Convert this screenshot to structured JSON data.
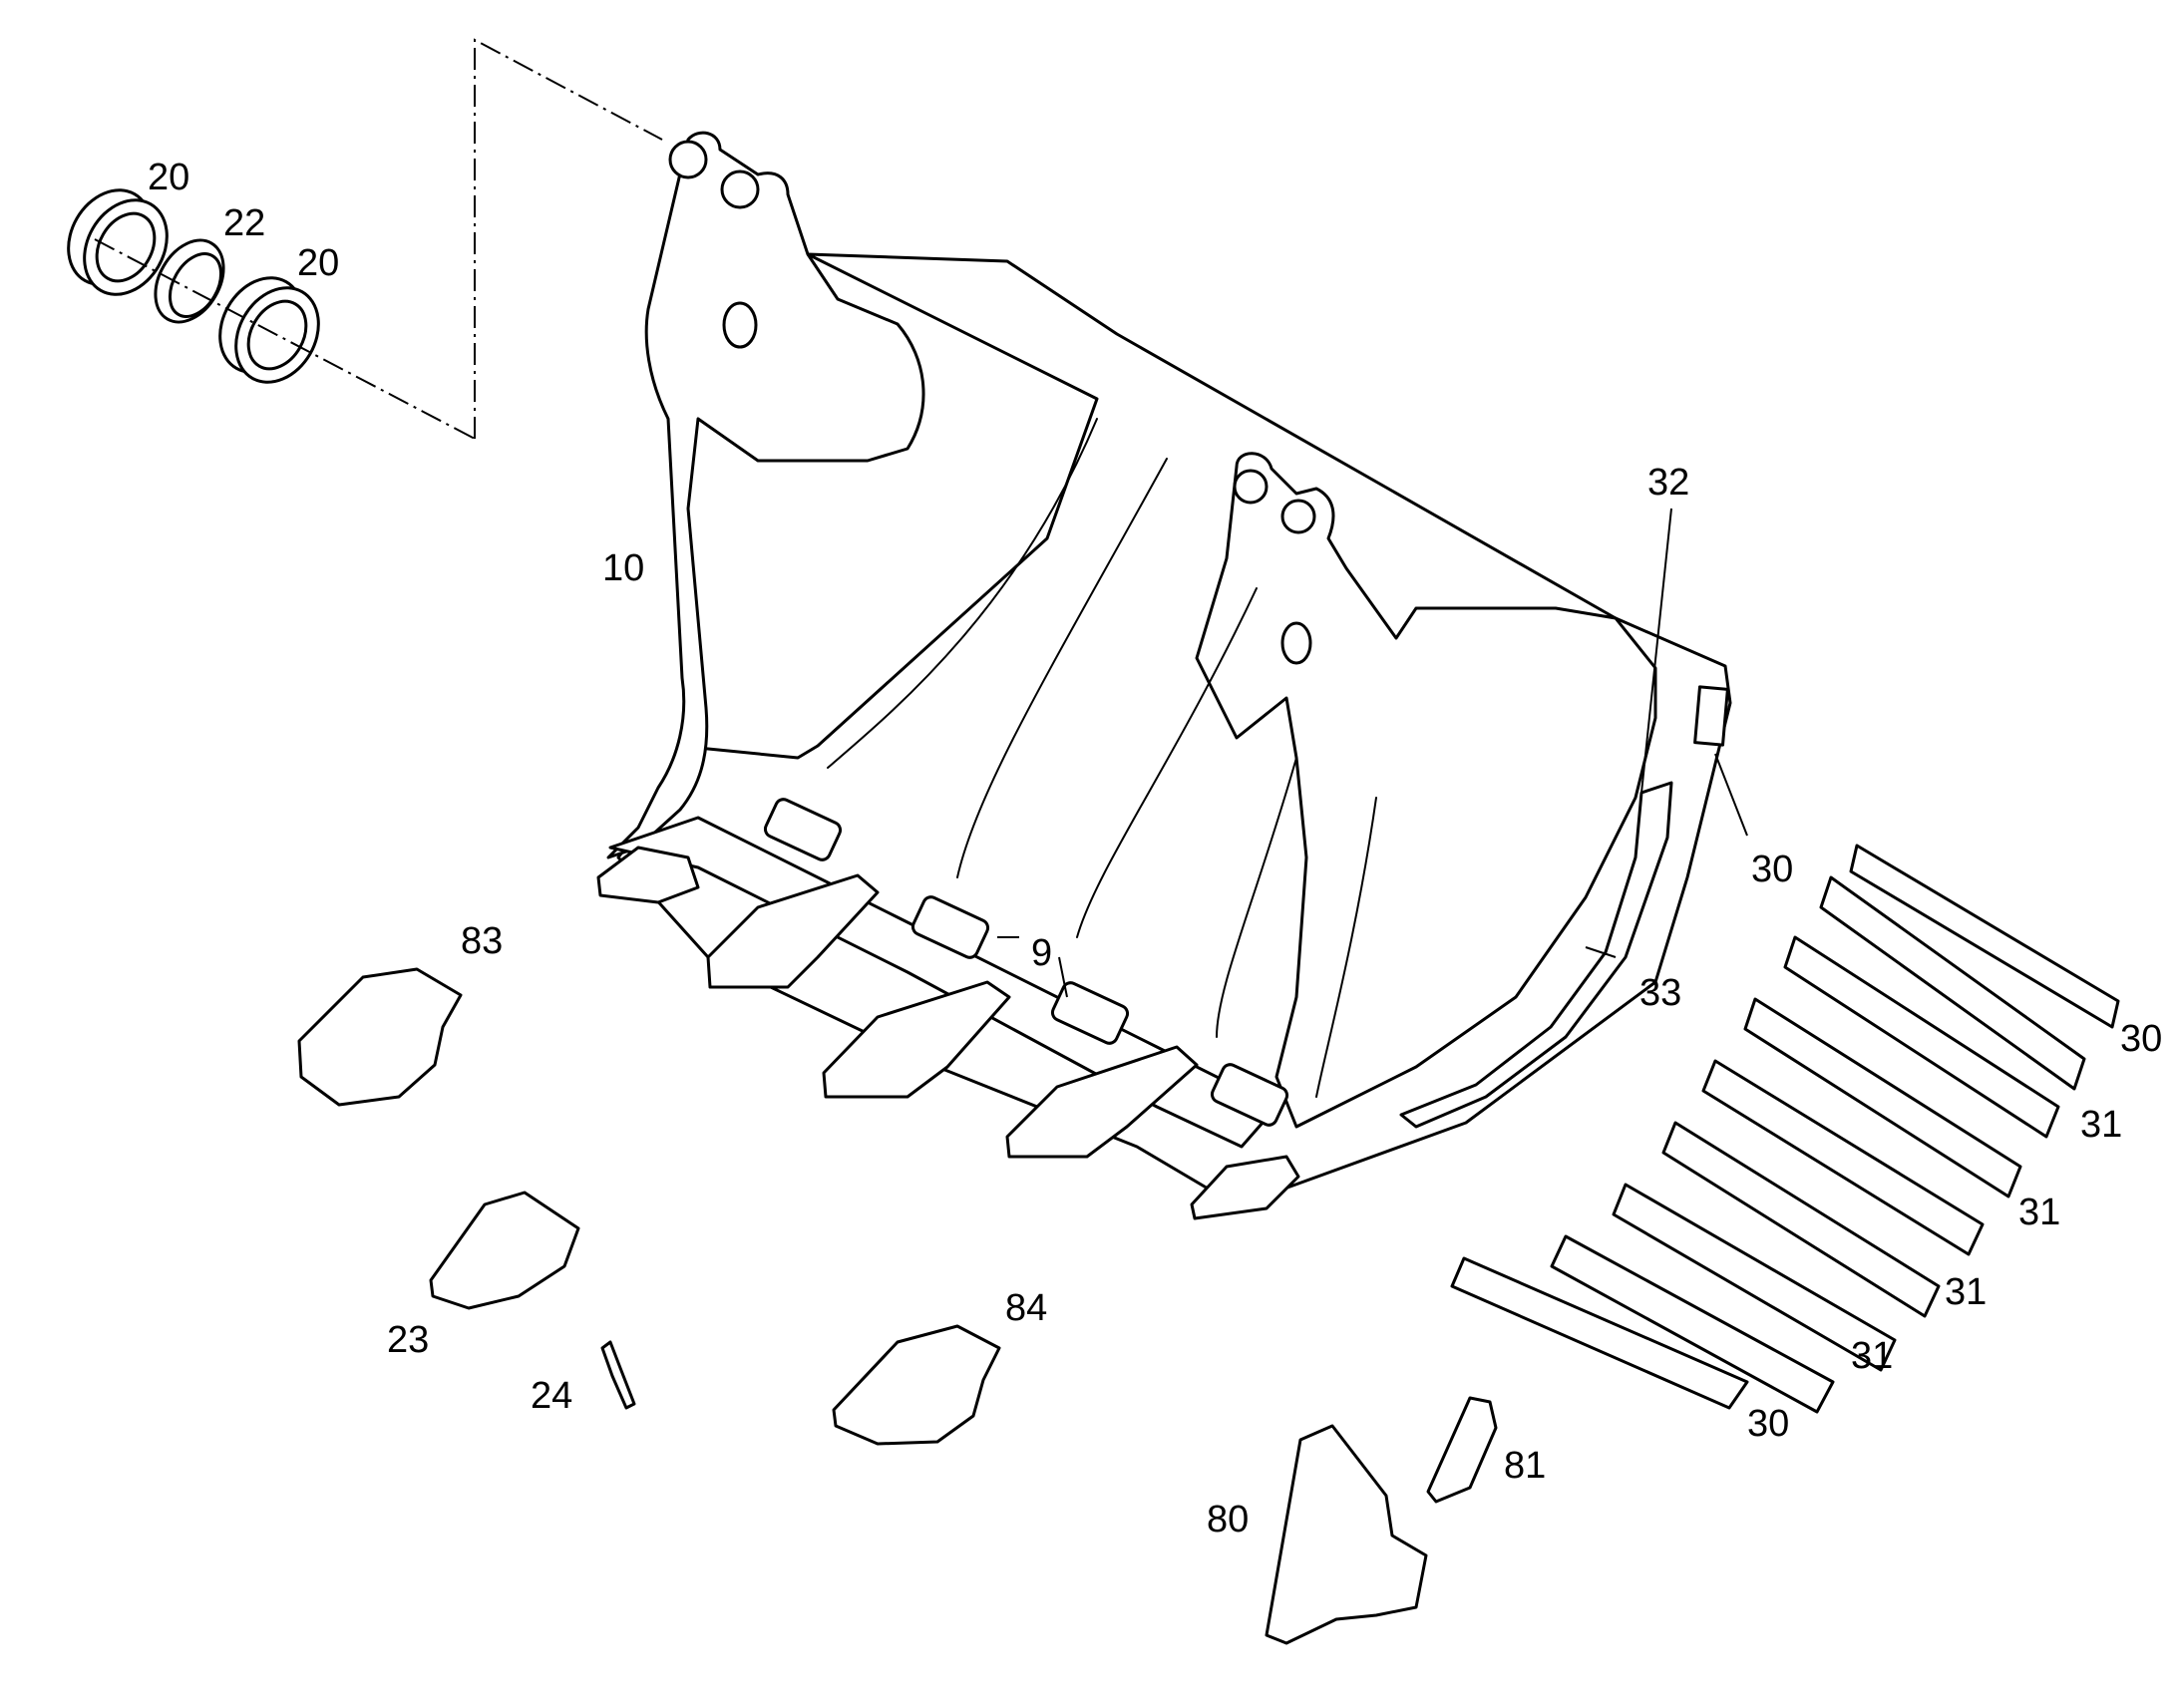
{
  "diagram": {
    "callouts": [
      {
        "id": "c-20a",
        "text": "20"
      },
      {
        "id": "c-22",
        "text": "22"
      },
      {
        "id": "c-20b",
        "text": "20"
      },
      {
        "id": "c-10",
        "text": "10"
      },
      {
        "id": "c-32",
        "text": "32"
      },
      {
        "id": "c-30a",
        "text": "30"
      },
      {
        "id": "c-83",
        "text": "83"
      },
      {
        "id": "c-9",
        "text": "9"
      },
      {
        "id": "c-33",
        "text": "33"
      },
      {
        "id": "c-30b",
        "text": "30"
      },
      {
        "id": "c-31a",
        "text": "31"
      },
      {
        "id": "c-31b",
        "text": "31"
      },
      {
        "id": "c-31c",
        "text": "31"
      },
      {
        "id": "c-31d",
        "text": "31"
      },
      {
        "id": "c-23",
        "text": "23"
      },
      {
        "id": "c-84",
        "text": "84"
      },
      {
        "id": "c-24",
        "text": "24"
      },
      {
        "id": "c-30c",
        "text": "30"
      },
      {
        "id": "c-81",
        "text": "81"
      },
      {
        "id": "c-80",
        "text": "80"
      }
    ]
  }
}
